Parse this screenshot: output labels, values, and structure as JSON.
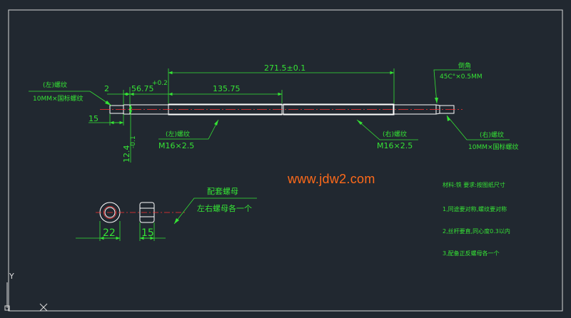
{
  "watermark": "www.jdw2.com",
  "dimensions": {
    "overall_length": "271.5±0.1",
    "half_length": "135.75",
    "left_gap": "2",
    "left_step": "56.75",
    "left_step_tol": "+0.2",
    "end_width": "15",
    "diameter": "12.4",
    "diameter_tol": "-0.1",
    "nut_diameter": "22",
    "nut_width": "15"
  },
  "callouts": {
    "left_thread_title": "(左)螺纹",
    "left_thread_spec": "10MM×国标螺纹",
    "right_thread_title": "(右)螺纹",
    "right_thread_spec": "10MM×国标螺纹",
    "left_main_title": "(左)螺纹",
    "left_main_spec": "M16×2.5",
    "right_main_title": "(右)螺纹",
    "right_main_spec": "M16×2.5",
    "chamfer_title": "倒角",
    "chamfer_spec": "45C°×0.5MM",
    "nut_title": "配套螺母",
    "nut_spec": "左右螺母各一个"
  },
  "notes": {
    "header": "材料:铁    要求:按图纸尺寸",
    "items": [
      "1,同途要对称,螺纹要对称",
      "2,丝杆要直,同心度0.3以内",
      "3,配备正反螺母各一个"
    ]
  },
  "ucs": {
    "y_label": "Y"
  },
  "colors": {
    "background": "#212830",
    "dimension": "#35e335",
    "geometry": "#ffffff",
    "centerline": "#ff3030",
    "watermark": "#ff6a1a"
  }
}
